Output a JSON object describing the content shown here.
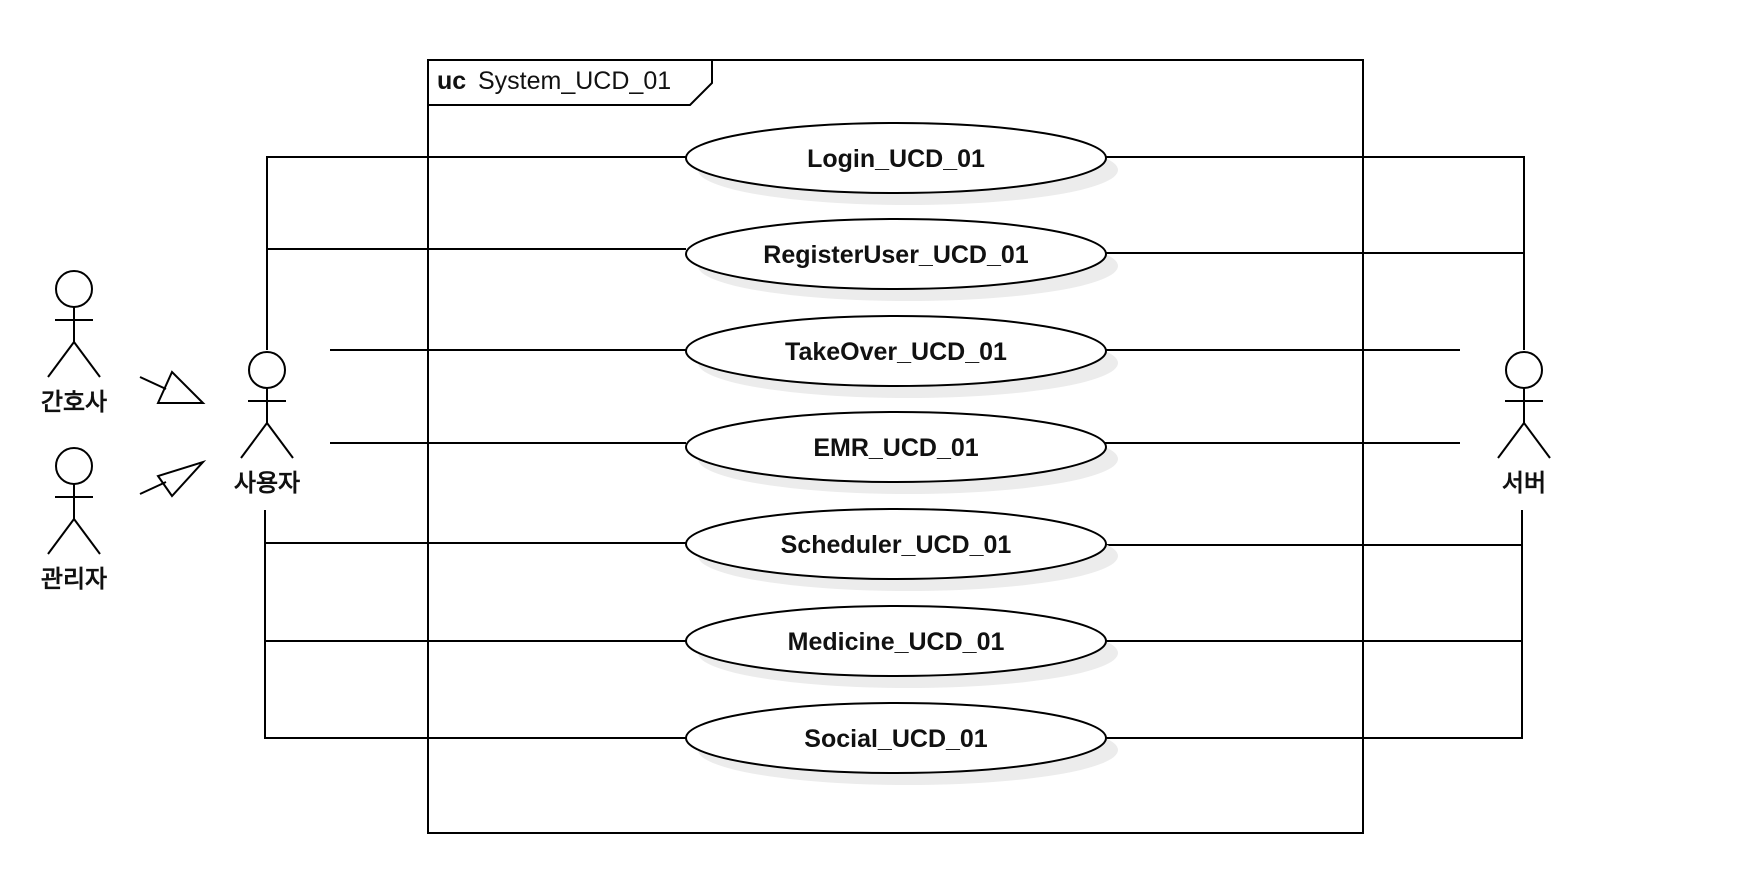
{
  "frame": {
    "keyword": "uc",
    "name": "System_UCD_01"
  },
  "actors": {
    "nurse": "간호사",
    "admin": "관리자",
    "user": "사용자",
    "server": "서버"
  },
  "use_cases": [
    "Login_UCD_01",
    "RegisterUser_UCD_01",
    "TakeOver_UCD_01",
    "EMR_UCD_01",
    "Scheduler_UCD_01",
    "Medicine_UCD_01",
    "Social_UCD_01"
  ]
}
